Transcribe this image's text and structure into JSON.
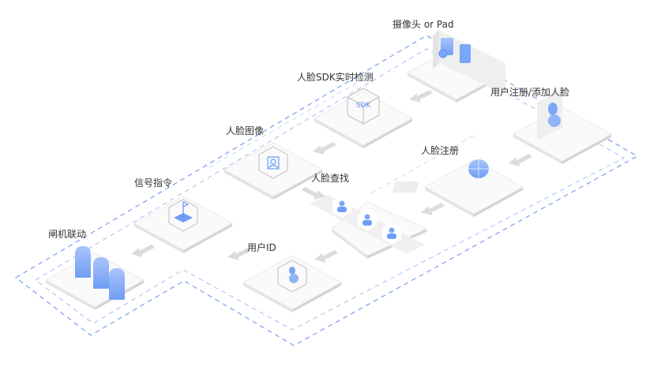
{
  "title": "人脸识别闸机联动流程",
  "colors": {
    "accent": "#5b8ff9",
    "accent_light": "#9fbcf7",
    "dash_outer": "#7a9ef0",
    "dash_inner": "#b3c8f5",
    "platform_top": "#ffffff",
    "platform_side": "#e6e6e6",
    "arrow": "#d8d8d8",
    "text": "#333333"
  },
  "nodes": [
    {
      "id": "camera",
      "label": "摄像头 or Pad",
      "icon": "camera-tablet-icon"
    },
    {
      "id": "sdk",
      "label": "人脸SDK实时检测",
      "icon": "sdk-cube-icon",
      "icon_text": "SDK"
    },
    {
      "id": "register-user",
      "label": "用户注册/添加人脸",
      "icon": "user-icon"
    },
    {
      "id": "face-image",
      "label": "人脸图像",
      "icon": "portrait-icon"
    },
    {
      "id": "face-register",
      "label": "人脸注册",
      "icon": "face-scan-icon"
    },
    {
      "id": "face-search",
      "label": "人脸查找",
      "icon": "user-list-icon"
    },
    {
      "id": "signal",
      "label": "信号指令",
      "icon": "flag-icon"
    },
    {
      "id": "user-id",
      "label": "用户ID",
      "icon": "user-cube-icon"
    },
    {
      "id": "gate",
      "label": "闸机联动",
      "icon": "turnstile-icon"
    }
  ]
}
